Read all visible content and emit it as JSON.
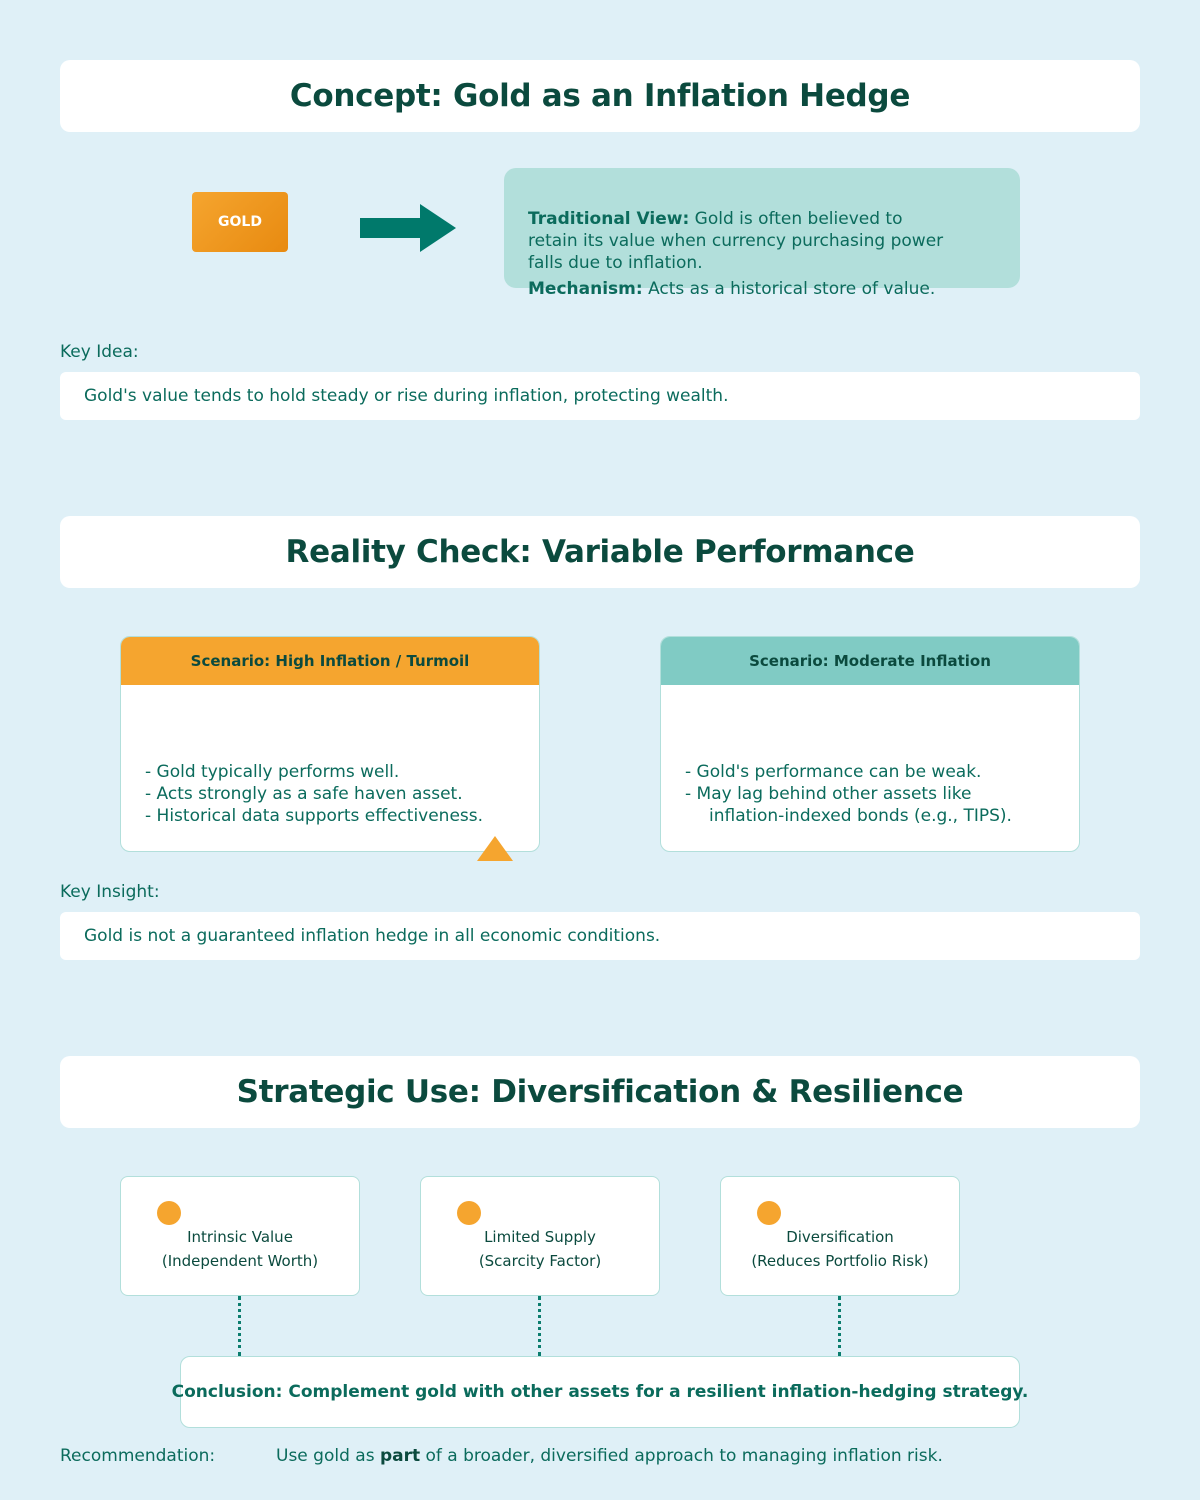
{
  "section1": {
    "title": "Concept: Gold as an Inflation Hedge",
    "gold_label": "GOLD",
    "traditional_label": "Traditional View:",
    "traditional_text": " Gold is often believed to retain its value when currency purchasing power falls due to inflation.",
    "mechanism_label": "Mechanism:",
    "mechanism_text": " Acts as a historical store of value.",
    "key_label": "Key Idea:",
    "key_text": "Gold's value tends to hold steady or rise during inflation, protecting wealth."
  },
  "section2": {
    "title": "Reality Check: Variable Performance",
    "scenario_high": {
      "title": "Scenario: High Inflation / Turmoil",
      "items": [
        "- Gold typically performs well.",
        "- Acts strongly as a safe haven asset.",
        "- Historical data supports effectiveness."
      ]
    },
    "scenario_moderate": {
      "title": "Scenario: Moderate Inflation",
      "items": [
        "- Gold's performance can be weak.",
        "- May lag behind other assets like",
        "inflation-indexed bonds (e.g., TIPS)."
      ]
    },
    "key_label": "Key Insight:",
    "key_text": "Gold is not a guaranteed inflation hedge in all economic conditions."
  },
  "section3": {
    "title": "Strategic Use: Diversification & Resilience",
    "factors": [
      {
        "line1": "Intrinsic Value",
        "line2": "(Independent Worth)"
      },
      {
        "line1": "Limited Supply",
        "line2": "(Scarcity Factor)"
      },
      {
        "line1": "Diversification",
        "line2": "(Reduces Portfolio Risk)"
      }
    ],
    "conclusion": "Conclusion: Complement gold with other assets for a resilient inflation-hedging strategy.",
    "recommendation_label": "Recommendation:",
    "recommendation_pre": "Use gold as ",
    "recommendation_bold": "part",
    "recommendation_post": " of a broader, diversified approach to managing inflation risk."
  },
  "colors": {
    "background": "#dff0f7",
    "teal_dark": "#0b6b5c",
    "teal_arrow": "#00796b",
    "teal_light": "#b2dfdb",
    "teal_header": "#80cbc4",
    "gold": "#f5a52f"
  },
  "icons": {
    "arrow": "right-arrow-icon",
    "triangle": "up-triangle-icon",
    "dot": "circle-dot-icon"
  }
}
